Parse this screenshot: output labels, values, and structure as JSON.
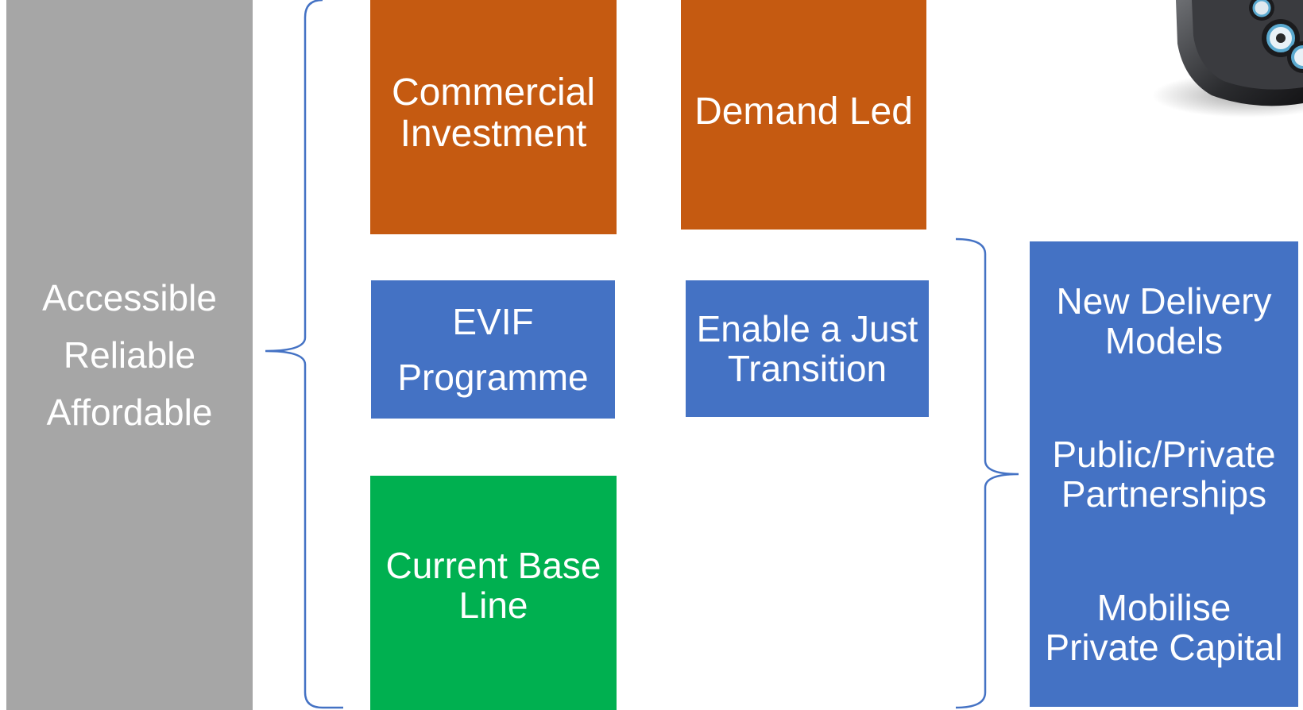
{
  "left_column": {
    "lines": [
      "Accessible",
      "Reliable",
      "Affordable"
    ],
    "color": "#a6a6a6"
  },
  "boxes": {
    "commercial_investment": {
      "lines": [
        "Commercial",
        "Investment"
      ],
      "color": "#c55a11"
    },
    "demand_led": {
      "lines": [
        "Demand Led"
      ],
      "color": "#c55a11"
    },
    "evif_programme": {
      "lines": [
        "EVIF",
        "Programme"
      ],
      "color": "#4472c4"
    },
    "just_transition": {
      "lines": [
        "Enable a Just",
        "Transition"
      ],
      "color": "#4472c4"
    },
    "current_base_line": {
      "lines": [
        "Current Base",
        "Line"
      ],
      "color": "#00b050"
    }
  },
  "right_column": {
    "color": "#4472c4",
    "groups": [
      {
        "lines": [
          "New Delivery",
          "Models"
        ]
      },
      {
        "lines": [
          "Public/Private",
          "Partnerships"
        ]
      },
      {
        "lines": [
          "Mobilise",
          "Private Capital"
        ]
      }
    ]
  },
  "brace_color": "#4472c4",
  "corner_image_icon": "ev-charging-connector-icon"
}
